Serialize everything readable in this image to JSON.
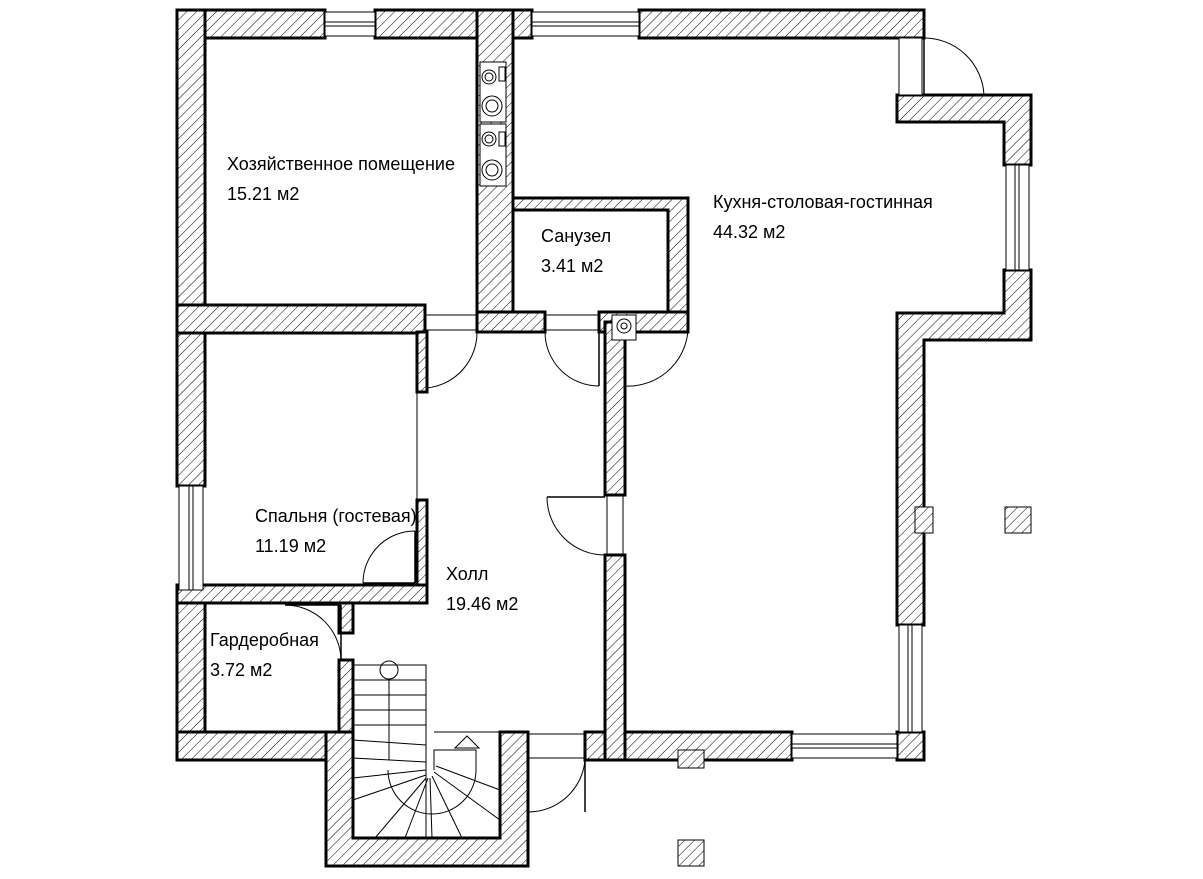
{
  "rooms": [
    {
      "name": "Хозяйственное помещение",
      "area": "15.21 м2"
    },
    {
      "name": "Кухня-столовая-гостинная",
      "area": "44.32 м2"
    },
    {
      "name": "Санузел",
      "area": "3.41 м2"
    },
    {
      "name": "Спальня (гостевая)",
      "area": "11.19 м2"
    },
    {
      "name": "Холл",
      "area": "19.46 м2"
    },
    {
      "name": "Гардеробная",
      "area": "3.72 м2"
    }
  ]
}
